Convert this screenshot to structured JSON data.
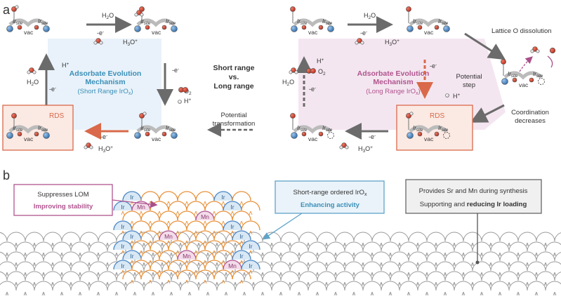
{
  "panel_a": {
    "label": "a",
    "left_cycle": {
      "title_1": "Adsorbate Evolution",
      "title_2": "Mechanism",
      "subtitle": "(Short Range IrO",
      "subtitle_sub": "x",
      "subtitle_end": ")",
      "rds": "RDS"
    },
    "right_cycle": {
      "title_1": "Adsorbate  Evolution",
      "title_2": "Mechanism",
      "subtitle": "(Long Range IrO",
      "subtitle_sub": "x",
      "subtitle_end": ")",
      "rds": "RDS"
    },
    "center": {
      "line1": "Short range",
      "line2": "vs.",
      "line3": "Long range",
      "transform1": "Potential",
      "transform2": "transformation"
    },
    "side_labels": {
      "lattice": "Lattice O dissolution",
      "potential1": "Potential",
      "potential2": "step",
      "coord1": "Coordination",
      "coord2": "decreases"
    },
    "species": {
      "h2o": "H",
      "h2o_sub": "2",
      "h2o_end": "O",
      "h3o": "H",
      "h3o_sub": "3",
      "h3o_end": "O",
      "h3o_sup": "+",
      "hplus": "H",
      "hplus_sup": "+",
      "o2": "O",
      "o2_sub": "2",
      "electron": "-e",
      "electron_sup": "-",
      "vac": "vac",
      "ir": "Ir",
      "ir_site_sub": "site"
    }
  },
  "panel_b": {
    "label": "b",
    "box_lom": {
      "line1": "Suppresses LOM",
      "line2": "Improving stability"
    },
    "box_short": {
      "line1": "Short-range ordered IrO",
      "line1_sub": "x",
      "line2": "Enhancing activity"
    },
    "box_sr": {
      "line1": "Provides Sr and Mn during synthesis",
      "line2a": "Supporting and ",
      "line2b": "reducing Ir loading"
    },
    "atoms": {
      "ir": "Ir",
      "mn": "Mn"
    }
  },
  "colors": {
    "blue_text": "#3a8fb7",
    "purple_text": "#b0548f",
    "rds_orange": "#d9694a",
    "ir_blue": "#4a86c5",
    "oxygen_red": "#cc3b2a",
    "orange_lattice": "#e8913a",
    "gray_lattice": "#8a8a8a"
  }
}
